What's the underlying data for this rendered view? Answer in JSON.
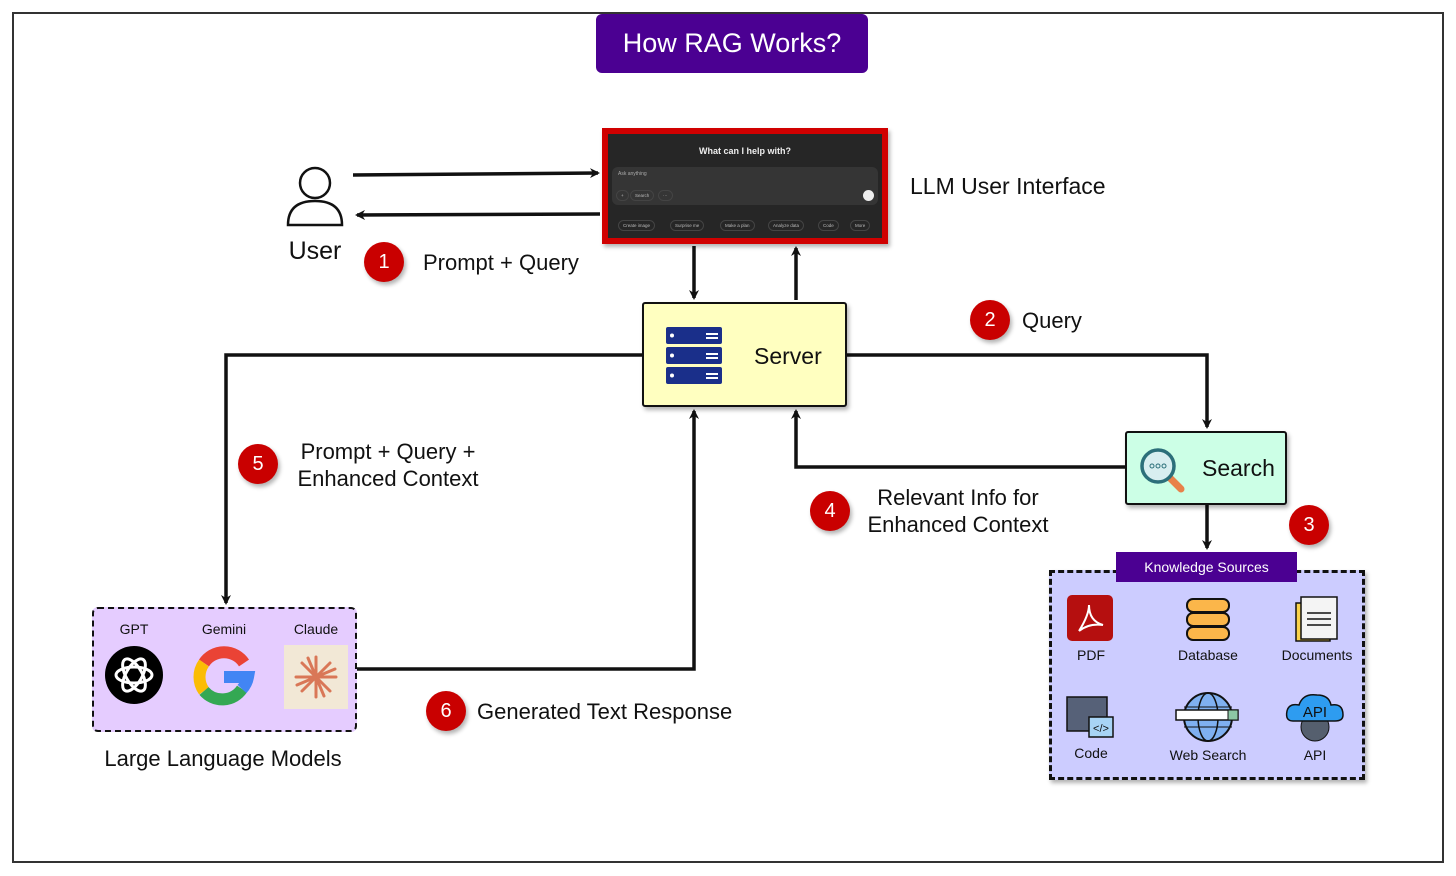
{
  "title": "How RAG Works?",
  "user": {
    "label": "User",
    "icon": "person-icon"
  },
  "llm_ui": {
    "label": "LLM User Interface",
    "heading": "What can I help with?",
    "placeholder": "Ask anything",
    "search_chip": "Search",
    "actions": [
      "Create image",
      "Surprise me",
      "Make a plan",
      "Analyze data",
      "Code",
      "More"
    ]
  },
  "server": {
    "label": "Server",
    "icon": "server-icon"
  },
  "search": {
    "label": "Search",
    "icon": "magnifier-icon"
  },
  "steps": [
    {
      "num": "1",
      "text": "Prompt + Query"
    },
    {
      "num": "2",
      "text": "Query"
    },
    {
      "num": "3",
      "text": ""
    },
    {
      "num": "4",
      "line1": "Relevant Info for",
      "line2": "Enhanced Context"
    },
    {
      "num": "5",
      "line1": "Prompt + Query +",
      "line2": "Enhanced Context"
    },
    {
      "num": "6",
      "text": "Generated Text Response"
    }
  ],
  "knowledge_sources": {
    "title": "Knowledge Sources",
    "items": [
      "PDF",
      "Database",
      "Documents",
      "Code",
      "Web Search",
      "API"
    ]
  },
  "llms": {
    "label": "Large Language Models",
    "models": [
      "GPT",
      "Gemini",
      "Claude"
    ]
  },
  "colors": {
    "title_bg": "#4b0092",
    "badge": "#c90000",
    "server_bg": "#ffffc0",
    "search_bg": "#ccffe6",
    "ks_bg": "#ccccff",
    "llm_bg": "#e5ccff",
    "ui_border": "#d00000"
  }
}
